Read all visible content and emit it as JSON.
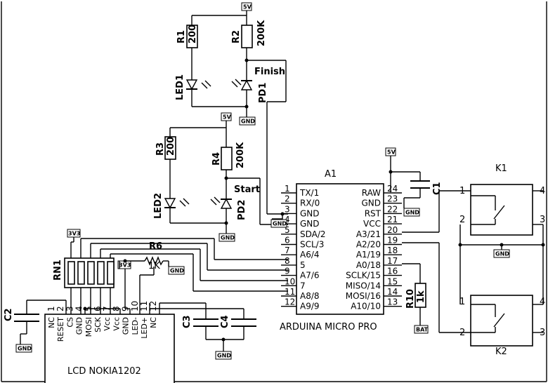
{
  "title": "",
  "power_tags": {
    "v5_top": "5V",
    "v5_mid": "5V",
    "v5_a1": "5V",
    "v3v3_left": "3V3",
    "v3v3_rn1": "3V3",
    "bat": "BAT",
    "gnd": "GND"
  },
  "parts": {
    "r1": {
      "ref": "R1",
      "value": "200"
    },
    "r2": {
      "ref": "R2",
      "value": "200K"
    },
    "r3": {
      "ref": "R3",
      "value": "200"
    },
    "r4": {
      "ref": "R4",
      "value": "200K"
    },
    "r6": {
      "ref": "R6",
      "value": "1K"
    },
    "r10": {
      "ref": "R10",
      "value": "1k"
    },
    "led1": {
      "ref": "LED1"
    },
    "led2": {
      "ref": "LED2"
    },
    "pd1": {
      "ref": "PD1",
      "label": "Finish"
    },
    "pd2": {
      "ref": "PD2",
      "label": "Start"
    },
    "rn1": {
      "ref": "RN1"
    },
    "c1": {
      "ref": "C1"
    },
    "c2": {
      "ref": "C2"
    },
    "c3": {
      "ref": "C3"
    },
    "c4": {
      "ref": "C4"
    },
    "k1": {
      "ref": "K1",
      "pins": [
        "1",
        "2",
        "3",
        "4"
      ]
    },
    "k2": {
      "ref": "K2",
      "pins": [
        "1",
        "2",
        "3",
        "4"
      ]
    }
  },
  "a1": {
    "ref": "A1",
    "name": "ARDUINA MICRO PRO",
    "left_pins": [
      {
        "num": "1",
        "label": "TX/1"
      },
      {
        "num": "2",
        "label": "RX/0"
      },
      {
        "num": "3",
        "label": "GND"
      },
      {
        "num": "4",
        "label": "GND"
      },
      {
        "num": "5",
        "label": "SDA/2"
      },
      {
        "num": "6",
        "label": "SCL/3"
      },
      {
        "num": "7",
        "label": "A6/4"
      },
      {
        "num": "8",
        "label": "5"
      },
      {
        "num": "9",
        "label": "A7/6"
      },
      {
        "num": "10",
        "label": "7"
      },
      {
        "num": "11",
        "label": "A8/8"
      },
      {
        "num": "12",
        "label": "A9/9"
      }
    ],
    "right_pins": [
      {
        "num": "24",
        "label": "RAW"
      },
      {
        "num": "23",
        "label": "GND"
      },
      {
        "num": "22",
        "label": "RST"
      },
      {
        "num": "21",
        "label": "VCC"
      },
      {
        "num": "20",
        "label": "A3/21"
      },
      {
        "num": "19",
        "label": "A2/20"
      },
      {
        "num": "18",
        "label": "A1/19"
      },
      {
        "num": "17",
        "label": "A0/18"
      },
      {
        "num": "16",
        "label": "SCLK/15"
      },
      {
        "num": "15",
        "label": "MISO/14"
      },
      {
        "num": "14",
        "label": "MOSI/16"
      },
      {
        "num": "13",
        "label": "A10/10"
      }
    ]
  },
  "lcd": {
    "name": "LCD NOKIA1202",
    "pins": [
      {
        "num": "1",
        "label": "NC"
      },
      {
        "num": "2",
        "label": "RESET"
      },
      {
        "num": "3",
        "label": "CS"
      },
      {
        "num": "4",
        "label": "GND"
      },
      {
        "num": "5",
        "label": "MOSI"
      },
      {
        "num": "6",
        "label": "SCK"
      },
      {
        "num": "7",
        "label": "Vcc"
      },
      {
        "num": "8",
        "label": "Vcc"
      },
      {
        "num": "9",
        "label": "GND"
      },
      {
        "num": "10",
        "label": "LED-"
      },
      {
        "num": "11",
        "label": "LED+"
      },
      {
        "num": "12",
        "label": "NC"
      }
    ]
  }
}
